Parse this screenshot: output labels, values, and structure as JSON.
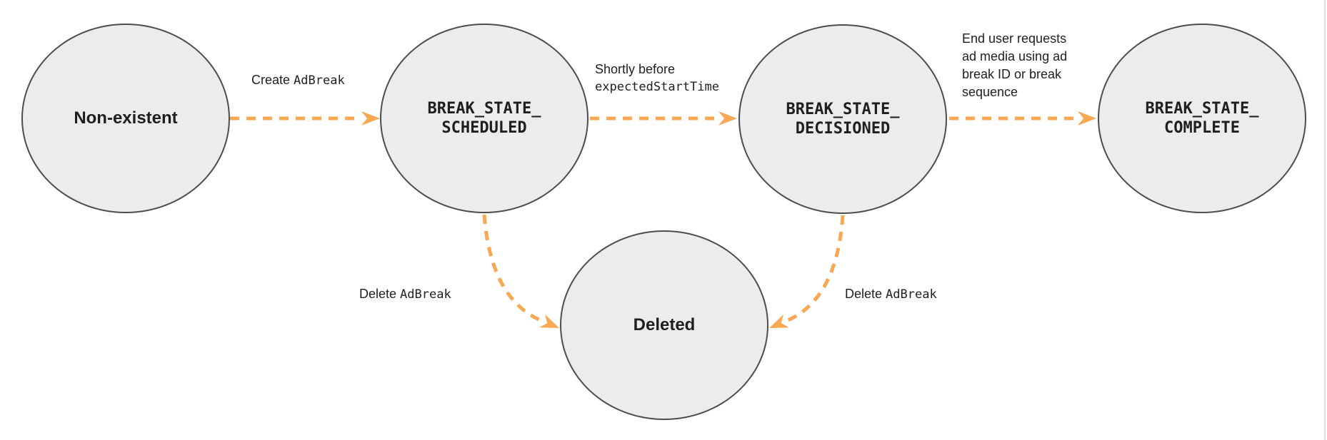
{
  "colors": {
    "arrow": "#F8A752",
    "node_fill": "#ECECEC",
    "node_border": "#4D4D4D",
    "text": "#202124",
    "page_edge_line": "#DADCE0"
  },
  "states": [
    {
      "name": "Non-existent",
      "line1": "Non-existent",
      "line2": "",
      "style": "sans"
    },
    {
      "name": "BREAK_STATE_SCHEDULED",
      "line1": "BREAK_STATE_",
      "line2": "SCHEDULED",
      "style": "mono"
    },
    {
      "name": "BREAK_STATE_DECISIONED",
      "line1": "BREAK_STATE_",
      "line2": "DECISIONED",
      "style": "mono"
    },
    {
      "name": "BREAK_STATE_COMPLETE",
      "line1": "BREAK_STATE_",
      "line2": "COMPLETE",
      "style": "mono"
    },
    {
      "name": "Deleted",
      "line1": "Deleted",
      "line2": "",
      "style": "sans"
    }
  ],
  "transitions": [
    {
      "from": "Non-existent",
      "to": "BREAK_STATE_SCHEDULED",
      "parts": [
        {
          "text": "Create ",
          "mono": false
        },
        {
          "text": "AdBreak",
          "mono": true
        }
      ]
    },
    {
      "from": "BREAK_STATE_SCHEDULED",
      "to": "BREAK_STATE_DECISIONED",
      "lines": [
        {
          "text": "Shortly before",
          "mono": false
        },
        {
          "text": "expectedStartTime",
          "mono": true
        }
      ]
    },
    {
      "from": "BREAK_STATE_DECISIONED",
      "to": "BREAK_STATE_COMPLETE",
      "lines": [
        {
          "text": "End user requests",
          "mono": false
        },
        {
          "text": "ad media using ad",
          "mono": false
        },
        {
          "text": "break ID or break",
          "mono": false
        },
        {
          "text": "sequence",
          "mono": false
        }
      ]
    },
    {
      "from": "BREAK_STATE_SCHEDULED",
      "to": "Deleted",
      "parts": [
        {
          "text": "Delete ",
          "mono": false
        },
        {
          "text": "AdBreak",
          "mono": true
        }
      ]
    },
    {
      "from": "BREAK_STATE_DECISIONED",
      "to": "Deleted",
      "parts": [
        {
          "text": "Delete ",
          "mono": false
        },
        {
          "text": "AdBreak",
          "mono": true
        }
      ]
    }
  ]
}
